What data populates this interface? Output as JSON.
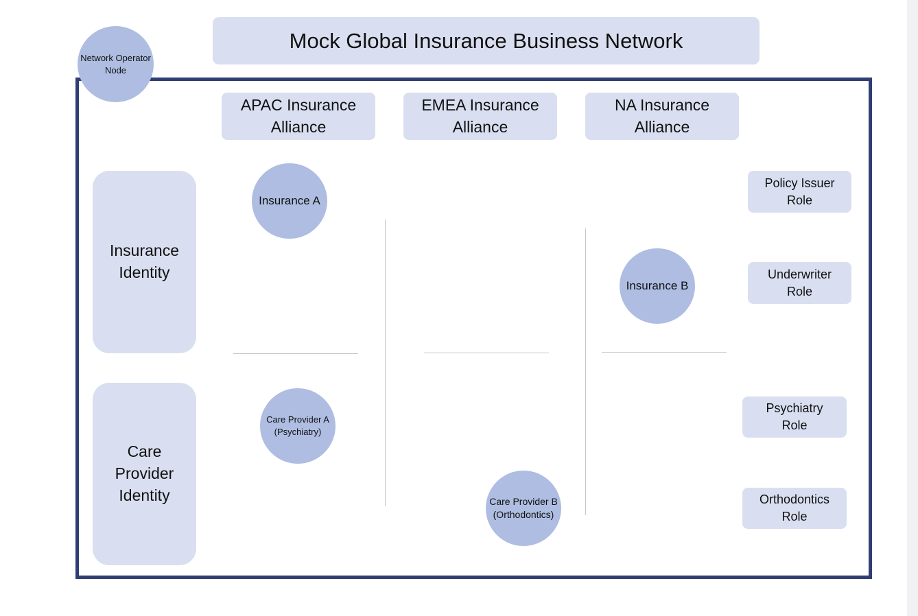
{
  "diagram": {
    "title": "Mock Global Insurance Business Network",
    "operator_node": "Network Operator\nNode",
    "alliances": [
      {
        "label": "APAC Insurance\nAlliance"
      },
      {
        "label": "EMEA Insurance\nAlliance"
      },
      {
        "label": "NA Insurance\nAlliance"
      }
    ],
    "identities": [
      {
        "label": "Insurance\nIdentity"
      },
      {
        "label": "Care\nProvider\nIdentity"
      }
    ],
    "nodes": {
      "insurance_a": "Insurance A",
      "insurance_b": "Insurance B",
      "care_provider_a": "Care Provider A\n(Psychiatry)",
      "care_provider_b": "Care Provider B\n(Orthodontics)"
    },
    "roles": [
      {
        "label": "Policy Issuer\nRole"
      },
      {
        "label": "Underwriter\nRole"
      },
      {
        "label": "Psychiatry\nRole"
      },
      {
        "label": "Orthodontics\nRole"
      }
    ],
    "colors": {
      "box_fill": "#d9dff0",
      "node_fill": "#aebde1",
      "frame_border": "#2f3f73",
      "divider": "#c7c7c7"
    }
  }
}
